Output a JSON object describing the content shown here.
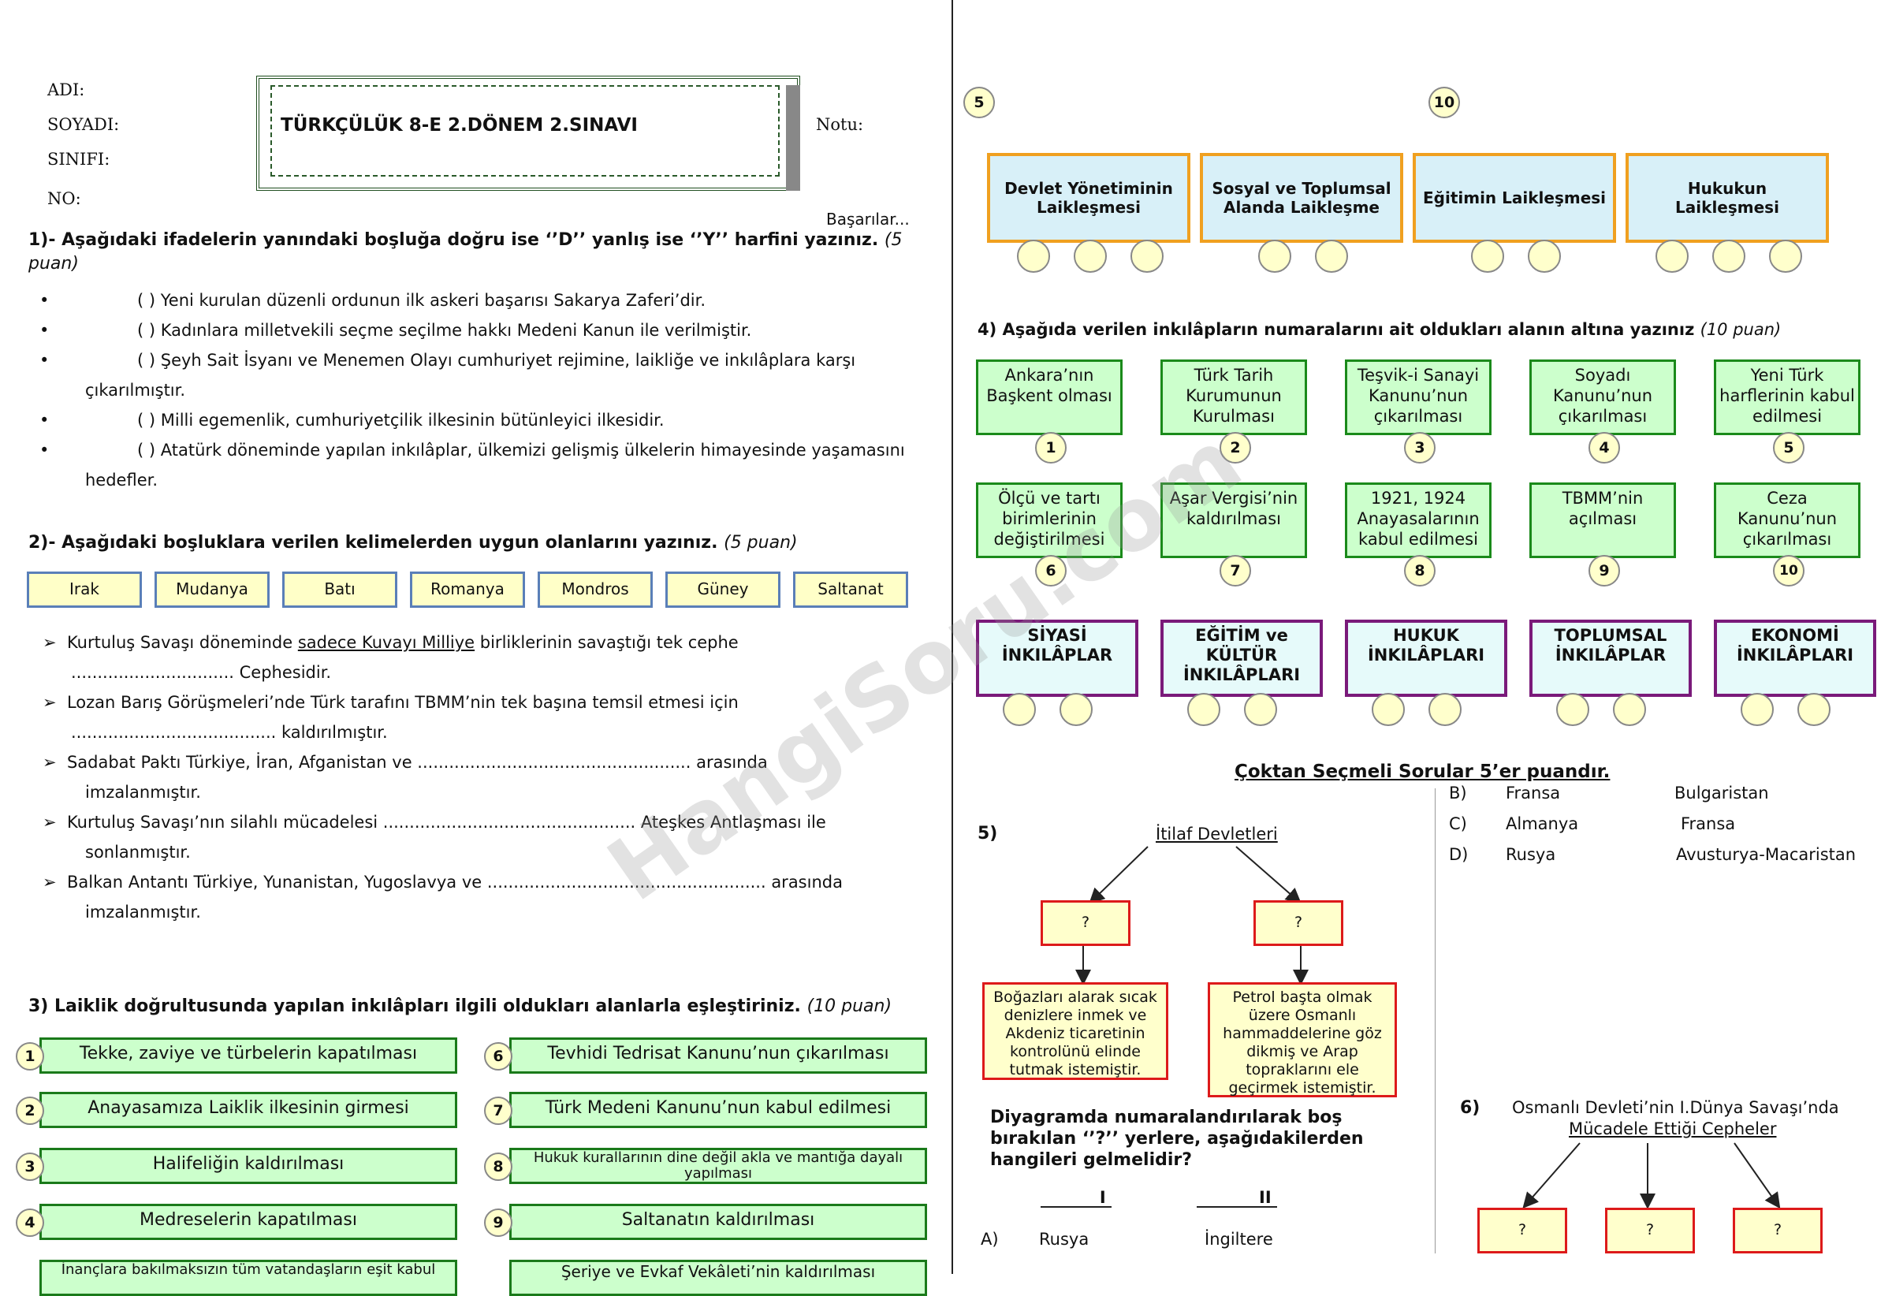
{
  "header": {
    "name_label": "ADI:",
    "surname_label": "SOYADI:",
    "class_label": "SINIFI:",
    "no_label": "NO:",
    "title": "TÜRKÇÜLÜK 8-E 2.DÖNEM 2.SINAVI",
    "grade_label": "Notu:",
    "good_luck": "Başarılar..."
  },
  "q1": {
    "title": "1)- Aşağıdaki ifadelerin yanındaki boşluğa doğru ise ‘’D’’ yanlış ise ‘’Y’’ harfini yazınız.",
    "points": "(5 puan)",
    "items": [
      {
        "line1": "(     ) Yeni kurulan düzenli ordunun ilk askeri başarısı Sakarya Zaferi’dir.",
        "line2": ""
      },
      {
        "line1": "(     ) Kadınlara milletvekili seçme seçilme hakkı Medeni Kanun ile verilmiştir.",
        "line2": ""
      },
      {
        "line1": "(     ) Şeyh Sait İsyanı ve Menemen Olayı cumhuriyet rejimine, laikliğe ve inkılâplara karşı",
        "line2": "çıkarılmıştır."
      },
      {
        "line1": "(     ) Milli egemenlik, cumhuriyetçilik ilkesinin bütünleyici ilkesidir.",
        "line2": ""
      },
      {
        "line1": "(     ) Atatürk döneminde yapılan inkılâplar, ülkemizi gelişmiş ülkelerin himayesinde yaşamasını",
        "line2": "hedefler."
      }
    ]
  },
  "q2": {
    "title": "2)-  Aşağıdaki boşluklara verilen kelimelerden uygun olanlarını yazınız.",
    "points": "(5 puan)",
    "words": [
      "Irak",
      "Mudanya",
      "Batı",
      "Romanya",
      "Mondros",
      "Güney",
      "Saltanat"
    ],
    "items": [
      {
        "pre": "Kurtuluş Savaşı döneminde ",
        "u": "sadece Kuvayı Milliye",
        "post": " birliklerinin savaştığı tek cephe",
        "line2": "............................... Cephesidir."
      },
      {
        "pre": "Lozan Barış Görüşmeleri’nde Türk tarafını TBMM’nin tek başına temsil etmesi için",
        "u": "",
        "post": "",
        "line2": "....................................... kaldırılmıştır."
      },
      {
        "pre": "Sadabat Paktı Türkiye, İran, Afganistan ve .................................................... arasında",
        "u": "",
        "post": "",
        "line2": "imzalanmıştır."
      },
      {
        "pre": "Kurtuluş Savaşı’nın silahlı mücadelesi ................................................ Ateşkes Antlaşması ile",
        "u": "",
        "post": "",
        "line2": "sonlanmıştır."
      },
      {
        "pre": "Balkan Antantı Türkiye, Yunanistan, Yugoslavya ve ..................................................... arasında",
        "u": "",
        "post": "",
        "line2": "imzalanmıştır."
      }
    ]
  },
  "q3": {
    "title": "3) Laiklik doğrultusunda yapılan inkılâpları ilgili oldukları alanlarla eşleştiriniz.",
    "points": "(10 puan)",
    "left": [
      {
        "n": "1",
        "t": "Tekke, zaviye ve türbelerin kapatılması"
      },
      {
        "n": "2",
        "t": "Anayasamıza Laiklik ilkesinin girmesi"
      },
      {
        "n": "3",
        "t": "Halifeliğin kaldırılması"
      },
      {
        "n": "4",
        "t": "Medreselerin kapatılması"
      },
      {
        "n": "",
        "t": "İnançlara bakılmaksızın tüm vatandaşların eşit kabul"
      }
    ],
    "right": [
      {
        "n": "6",
        "t": "Tevhidi Tedrisat Kanunu’nun çıkarılması"
      },
      {
        "n": "7",
        "t": "Türk Medeni Kanunu’nun kabul edilmesi"
      },
      {
        "n": "8",
        "t": "Hukuk kurallarının dine değil akla ve mantığa dayalı yapılması"
      },
      {
        "n": "9",
        "t": "Saltanatın kaldırılması"
      },
      {
        "n": "",
        "t": "Şeriye ve Evkaf Vekâleti’nin kaldırılması"
      }
    ],
    "area_n1": "5",
    "area_n2": "10",
    "areas": [
      "Devlet Yönetiminin Laikleşmesi",
      "Sosyal ve Toplumsal Alanda Laikleşme",
      "Eğitimin Laikleşmesi",
      "Hukukun Laikleşmesi"
    ]
  },
  "q4": {
    "title": "4) Aşağıda verilen inkılâpların numaralarını ait oldukları alanın altına yazınız",
    "points": "(10 puan)",
    "items": [
      {
        "n": "1",
        "t": "Ankara’nın Başkent olması"
      },
      {
        "n": "2",
        "t": "Türk Tarih Kurumunun Kurulması"
      },
      {
        "n": "3",
        "t": "Teşvik-i Sanayi Kanunu’nun çıkarılması"
      },
      {
        "n": "4",
        "t": "Soyadı Kanunu’nun çıkarılması"
      },
      {
        "n": "5",
        "t": "Yeni Türk harflerinin kabul edilmesi"
      },
      {
        "n": "6",
        "t": "Ölçü ve tartı birimlerinin değiştirilmesi"
      },
      {
        "n": "7",
        "t": "Aşar Vergisi’nin kaldırılması"
      },
      {
        "n": "8",
        "t": "1921, 1924 Anayasalarının kabul edilmesi"
      },
      {
        "n": "9",
        "t": "TBMM’nin açılması"
      },
      {
        "n": "10",
        "t": "Ceza Kanunu’nun çıkarılması"
      }
    ],
    "areas": [
      "SİYASİ İNKILÂPLAR",
      "EĞİTİM ve KÜLTÜR İNKILÂPLARI",
      "HUKUK İNKILÂPLARI",
      "TOPLUMSAL İNKILÂPLAR",
      "EKONOMİ İNKILÂPLARI"
    ]
  },
  "mc": {
    "heading": "Çoktan Seçmeli Sorular 5’er puandır.",
    "q5": {
      "number": "5)",
      "root": "İtilaf Devletleri",
      "q_mark": "?",
      "left_desc": "Boğazları alarak sıcak denizlere inmek ve Akdeniz ticaretinin kontrolünü elinde tutmak istemiştir.",
      "right_desc": "Petrol başta olmak üzere Osmanlı hammaddelerine göz dikmiş ve Arap topraklarını ele geçirmek istemiştir.",
      "question": "Diyagramda numaralandırılarak boş bırakılan ‘’?’’ yerlere, aşağıdakilerden hangileri gelmelidir?",
      "col1": "I",
      "col2": "II",
      "options": [
        {
          "l": "A)",
          "a": "Rusya",
          "b": "İngiltere"
        },
        {
          "l": "B)",
          "a": "Fransa",
          "b": "Bulgaristan"
        },
        {
          "l": "C)",
          "a": "Almanya",
          "b": "Fransa"
        },
        {
          "l": "D)",
          "a": "Rusya",
          "b": "Avusturya-Macaristan"
        }
      ]
    },
    "q6": {
      "number": "6)",
      "line1": "Osmanlı Devleti’nin I.Dünya Savaşı’nda",
      "line2": "Mücadele Ettiği Cepheler",
      "q_mark": "?"
    }
  },
  "watermark": "HangiSoru.com"
}
